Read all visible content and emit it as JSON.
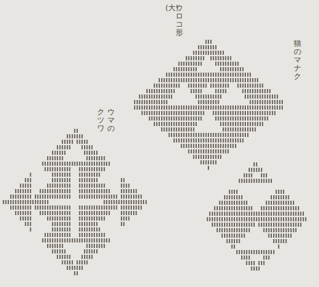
{
  "diagram": {
    "labels": [
      "ウロコ形",
      "(大)",
      "猫のマナク",
      "ウマの",
      "クツワ"
    ]
  }
}
